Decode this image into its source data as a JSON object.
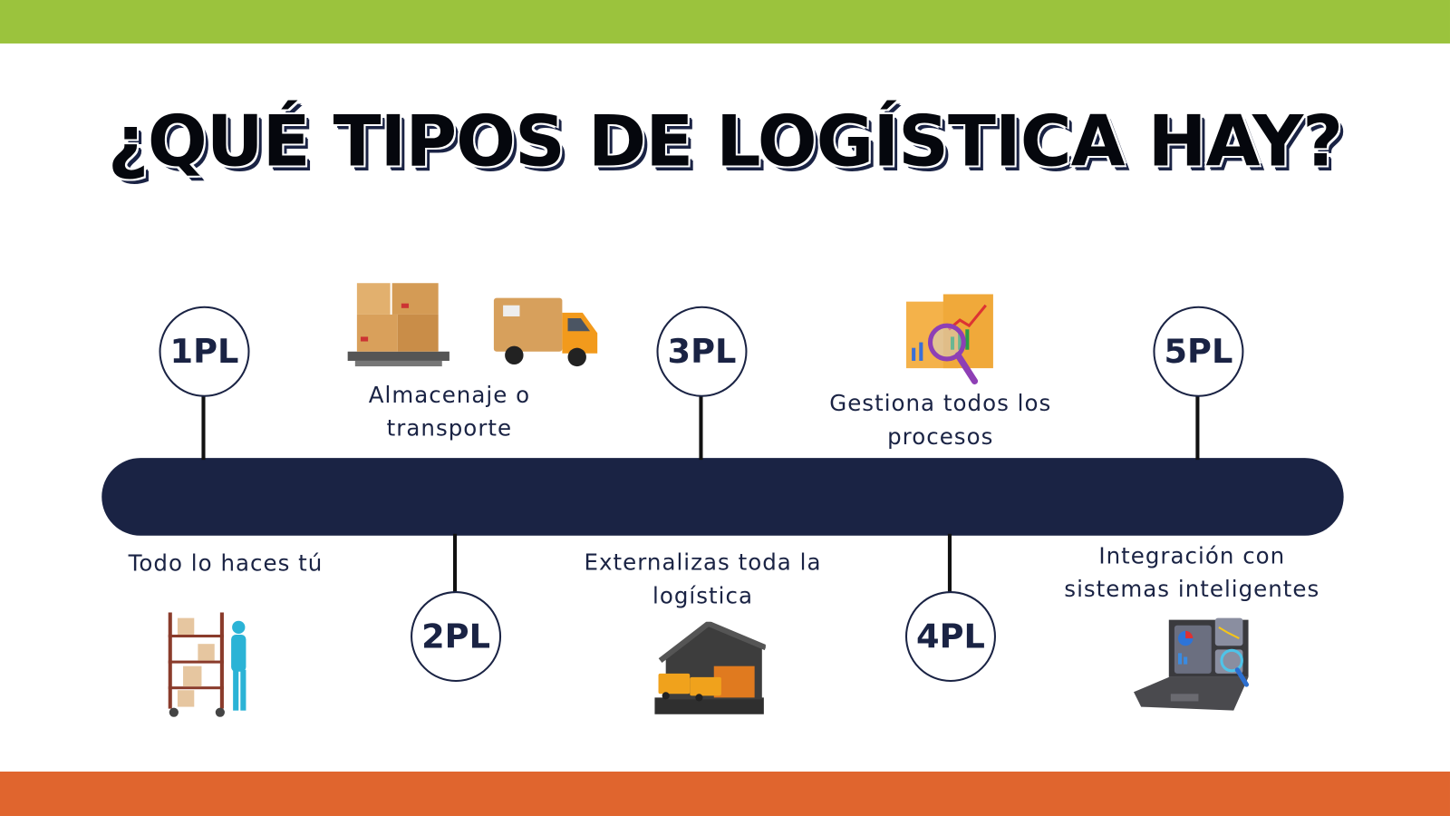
{
  "title": "¿QUÉ TIPOS DE LOGÍSTICA HAY?",
  "colors": {
    "top_bar": "#9bc33d",
    "bottom_bar": "#e0652e",
    "navy": "#1a2344"
  },
  "levels": [
    {
      "label": "1PL",
      "description": "Todo lo haces tú",
      "icon": "warehouse-worker-icon"
    },
    {
      "label": "2PL",
      "description": "Almacenaje o transporte",
      "icon": "boxes-and-truck-icon"
    },
    {
      "label": "3PL",
      "description": "Externalizas toda la logística",
      "icon": "warehouse-icon"
    },
    {
      "label": "4PL",
      "description": "Gestiona todos los procesos",
      "icon": "report-analysis-icon"
    },
    {
      "label": "5PL",
      "description": "Integración con sistemas inteligentes",
      "icon": "laptop-analytics-icon"
    }
  ]
}
